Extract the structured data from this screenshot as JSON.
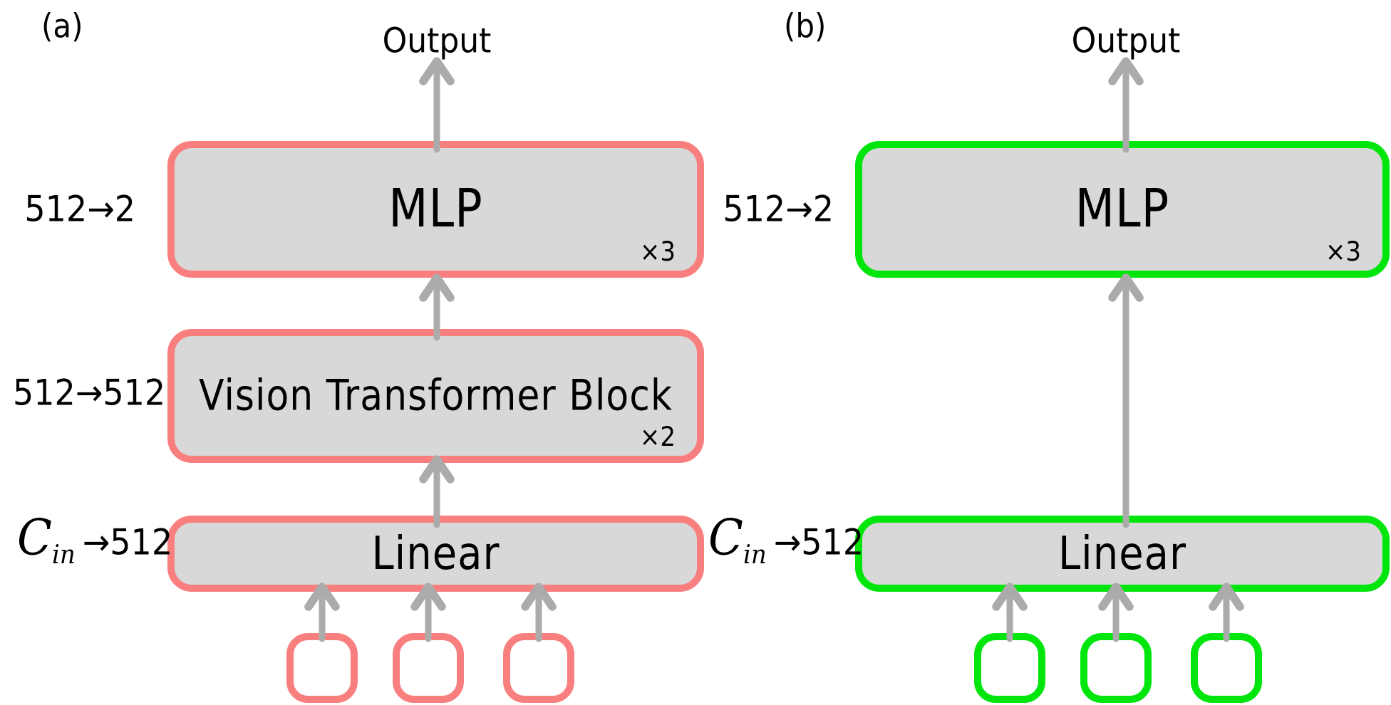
{
  "colors": {
    "red_border": "#f97f7f",
    "green_border": "#00e60c",
    "block_fill": "#d8d8d8",
    "input_fill": "#ffffff",
    "arrow_gray": "#ababab",
    "text": "#000000"
  },
  "panel_a": {
    "tag": "(a)",
    "output_label": "Output",
    "mlp": {
      "label": "MLP",
      "dims": "512→2",
      "repeat": "×3"
    },
    "vit": {
      "label": "Vision Transformer Block",
      "dims": "512→512",
      "repeat": "×2"
    },
    "linear": {
      "label": "Linear",
      "dims_var": "C",
      "dims_sub": "in",
      "dims_rest": "→512"
    }
  },
  "panel_b": {
    "tag": "(b)",
    "output_label": "Output",
    "mlp": {
      "label": "MLP",
      "dims": "512→2",
      "repeat": "×3"
    },
    "linear": {
      "label": "Linear",
      "dims_var": "C",
      "dims_sub": "in",
      "dims_rest": "→512"
    }
  }
}
